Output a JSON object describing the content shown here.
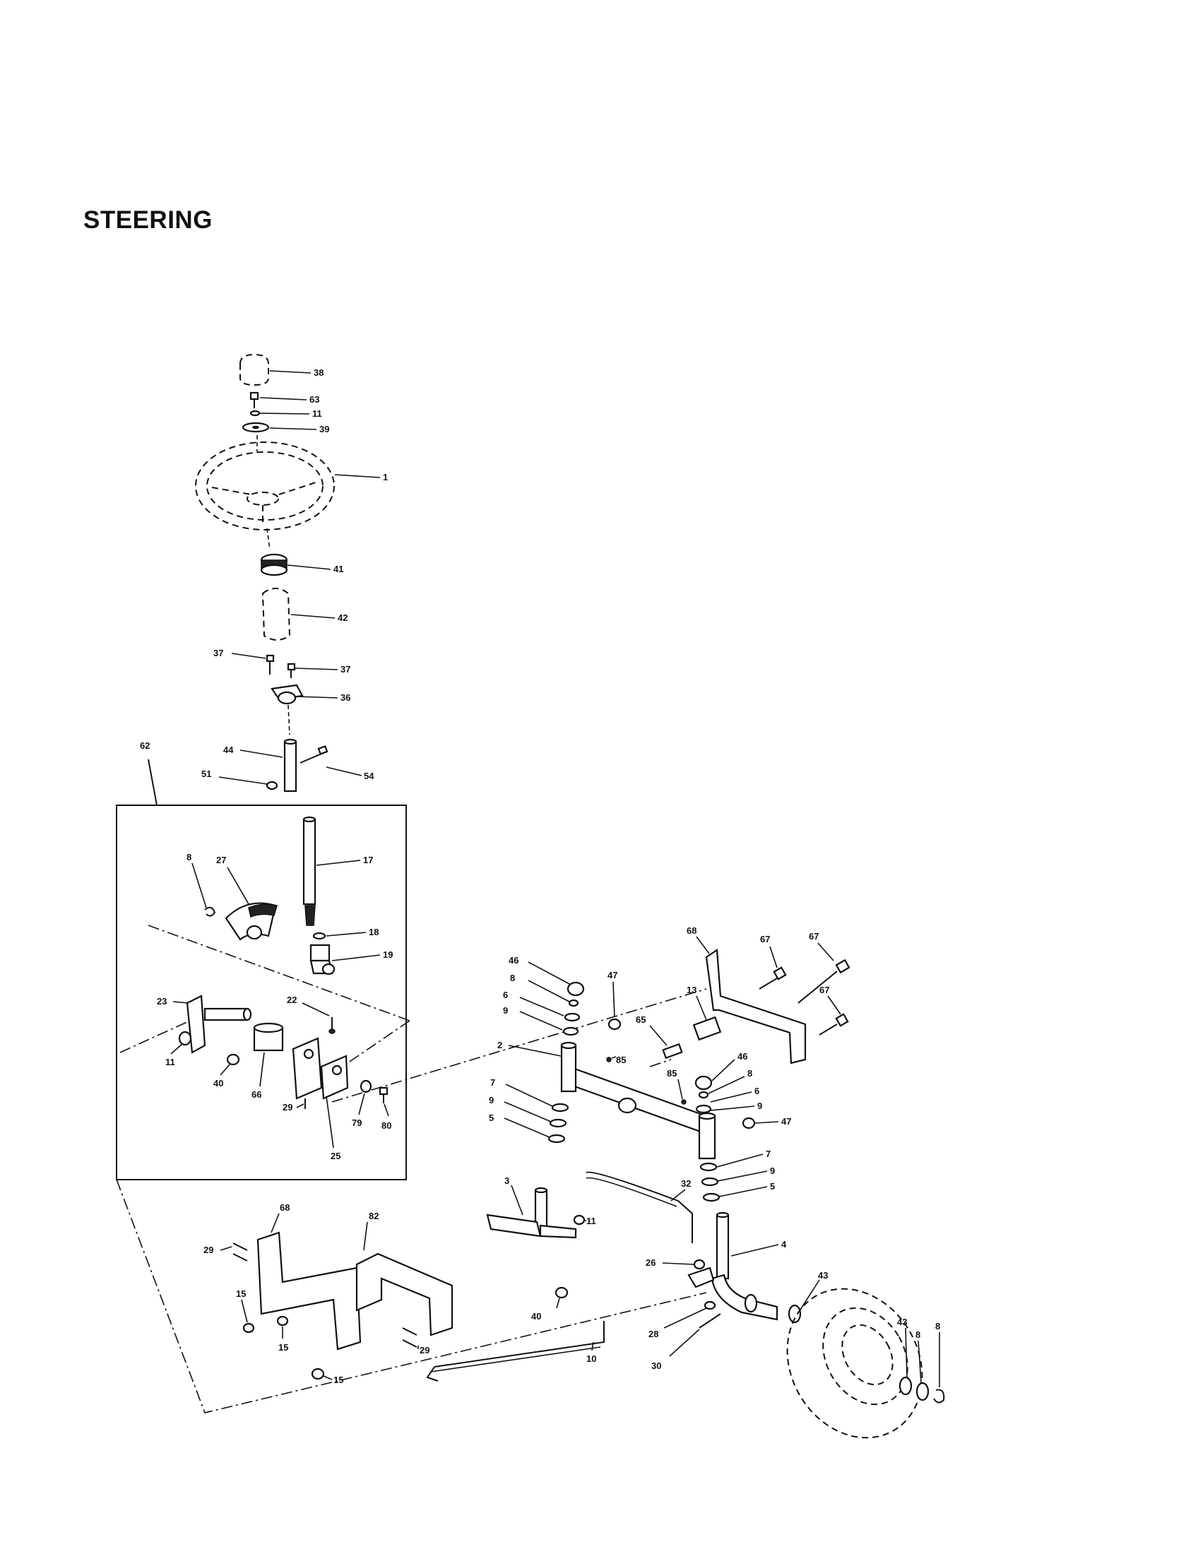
{
  "title": "STEERING",
  "callouts": [
    {
      "id": "c38",
      "label": "38"
    },
    {
      "id": "c63",
      "label": "63"
    },
    {
      "id": "c11a",
      "label": "11"
    },
    {
      "id": "c39",
      "label": "39"
    },
    {
      "id": "c1",
      "label": "1"
    },
    {
      "id": "c41",
      "label": "41"
    },
    {
      "id": "c42",
      "label": "42"
    },
    {
      "id": "c37a",
      "label": "37"
    },
    {
      "id": "c37b",
      "label": "37"
    },
    {
      "id": "c36",
      "label": "36"
    },
    {
      "id": "c62",
      "label": "62"
    },
    {
      "id": "c44",
      "label": "44"
    },
    {
      "id": "c51",
      "label": "51"
    },
    {
      "id": "c54",
      "label": "54"
    },
    {
      "id": "c17",
      "label": "17"
    },
    {
      "id": "c8a",
      "label": "8"
    },
    {
      "id": "c27",
      "label": "27"
    },
    {
      "id": "c18",
      "label": "18"
    },
    {
      "id": "c19",
      "label": "19"
    },
    {
      "id": "c23",
      "label": "23"
    },
    {
      "id": "c22",
      "label": "22"
    },
    {
      "id": "c11b",
      "label": "11"
    },
    {
      "id": "c40a",
      "label": "40"
    },
    {
      "id": "c66",
      "label": "66"
    },
    {
      "id": "c29a",
      "label": "29"
    },
    {
      "id": "c79",
      "label": "79"
    },
    {
      "id": "c80",
      "label": "80"
    },
    {
      "id": "c25",
      "label": "25"
    },
    {
      "id": "c68a",
      "label": "68"
    },
    {
      "id": "c67a",
      "label": "67"
    },
    {
      "id": "c67b",
      "label": "67"
    },
    {
      "id": "c67c",
      "label": "67"
    },
    {
      "id": "c46a",
      "label": "46"
    },
    {
      "id": "c8b",
      "label": "8"
    },
    {
      "id": "c6a",
      "label": "6"
    },
    {
      "id": "c9a",
      "label": "9"
    },
    {
      "id": "c47a",
      "label": "47"
    },
    {
      "id": "c13",
      "label": "13"
    },
    {
      "id": "c65",
      "label": "65"
    },
    {
      "id": "c85a",
      "label": "85"
    },
    {
      "id": "c2",
      "label": "2"
    },
    {
      "id": "c46b",
      "label": "46"
    },
    {
      "id": "c8c",
      "label": "8"
    },
    {
      "id": "c85b",
      "label": "85"
    },
    {
      "id": "c6b",
      "label": "6"
    },
    {
      "id": "c9b",
      "label": "9"
    },
    {
      "id": "c7a",
      "label": "7"
    },
    {
      "id": "c9c",
      "label": "9"
    },
    {
      "id": "c5a",
      "label": "5"
    },
    {
      "id": "c47b",
      "label": "47"
    },
    {
      "id": "c7b",
      "label": "7"
    },
    {
      "id": "c9d",
      "label": "9"
    },
    {
      "id": "c5b",
      "label": "5"
    },
    {
      "id": "c32",
      "label": "32"
    },
    {
      "id": "c3",
      "label": "3"
    },
    {
      "id": "c11c",
      "label": "11"
    },
    {
      "id": "c4",
      "label": "4"
    },
    {
      "id": "c26",
      "label": "26"
    },
    {
      "id": "c43a",
      "label": "43"
    },
    {
      "id": "c29b",
      "label": "29"
    },
    {
      "id": "c68b",
      "label": "68"
    },
    {
      "id": "c82",
      "label": "82"
    },
    {
      "id": "c40b",
      "label": "40"
    },
    {
      "id": "c15a",
      "label": "15"
    },
    {
      "id": "c15b",
      "label": "15"
    },
    {
      "id": "c29c",
      "label": "29"
    },
    {
      "id": "c15c",
      "label": "15"
    },
    {
      "id": "c28",
      "label": "28"
    },
    {
      "id": "c30",
      "label": "30"
    },
    {
      "id": "c10",
      "label": "10"
    },
    {
      "id": "c43b",
      "label": "43"
    },
    {
      "id": "c8d",
      "label": "8"
    },
    {
      "id": "c8e",
      "label": "8"
    }
  ]
}
